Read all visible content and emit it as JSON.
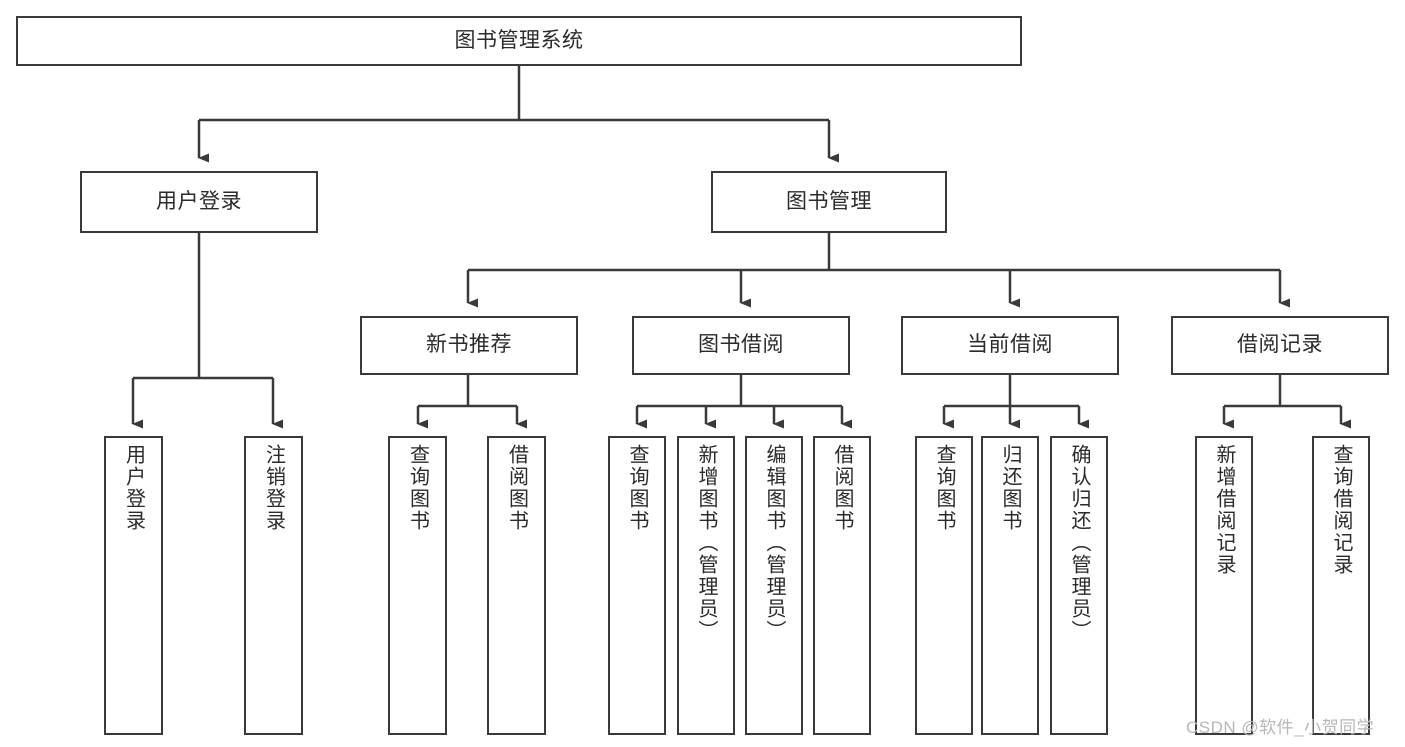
{
  "diagram": {
    "type": "tree",
    "title": "图书管理系统",
    "watermark": "CSDN @软件_小贺同学",
    "colors": {
      "stroke": "#3a3a3a",
      "fill": "#ffffff",
      "text": "#2b2b2b",
      "watermark": "#b8b8b8"
    },
    "root": {
      "label": "图书管理系统"
    },
    "level1": [
      {
        "label": "用户登录"
      },
      {
        "label": "图书管理"
      }
    ],
    "level2": [
      {
        "label": "新书推荐"
      },
      {
        "label": "图书借阅"
      },
      {
        "label": "当前借阅"
      },
      {
        "label": "借阅记录"
      }
    ],
    "leaves": {
      "user_login": [
        {
          "label": "用户登录"
        },
        {
          "label": "注销登录"
        }
      ],
      "new_book_recommend": [
        {
          "label": "查询图书"
        },
        {
          "label": "借阅图书"
        }
      ],
      "book_borrow": [
        {
          "label": "查询图书"
        },
        {
          "label": "新增图书（管理员）"
        },
        {
          "label": "编辑图书（管理员）"
        },
        {
          "label": "借阅图书"
        }
      ],
      "current_borrow": [
        {
          "label": "查询图书"
        },
        {
          "label": "归还图书"
        },
        {
          "label": "确认归还（管理员）"
        }
      ],
      "borrow_record": [
        {
          "label": "新增借阅记录"
        },
        {
          "label": "查询借阅记录"
        }
      ]
    }
  }
}
